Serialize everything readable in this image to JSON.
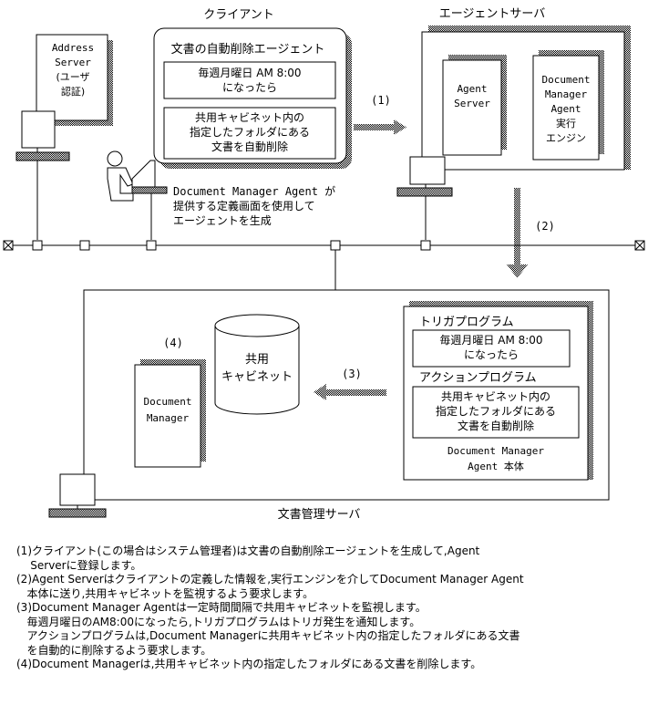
{
  "client": {
    "title": "クライアント",
    "agent_box": {
      "title": "文書の自動削除エージェント",
      "condition": [
        "毎週月曜日 AM 8:00",
        "になったら"
      ],
      "action": [
        "共用キャビネット内の",
        "指定したフォルダにある",
        "文書を自動削除"
      ]
    },
    "caption": [
      "Document Manager Agent が",
      "提供する定義画面を使用して",
      "エージェントを生成"
    ]
  },
  "address_server": {
    "label": [
      "Address",
      "Server",
      "(ユーザ",
      "認証)"
    ]
  },
  "agent_server_machine": {
    "title": "エージェントサーバ",
    "agent_server": [
      "Agent",
      "Server"
    ],
    "engine": [
      "Document",
      "Manager",
      "Agent",
      "実行",
      "エンジン"
    ]
  },
  "doc_server": {
    "title": "文書管理サーバ",
    "cabinet": [
      "共用",
      "キャビネット"
    ],
    "doc_manager": [
      "Document",
      "Manager"
    ],
    "trigger_title": "トリガプログラム",
    "trigger": [
      "毎週月曜日 AM 8:00",
      "になったら"
    ],
    "action_title": "アクションプログラム",
    "action": [
      "共用キャビネット内の",
      "指定したフォルダにある",
      "文書を自動削除"
    ],
    "agent_body": [
      "Document Manager",
      "Agent 本体"
    ]
  },
  "steps": {
    "s1": "(1)",
    "s2": "(2)",
    "s3": "(3)",
    "s4": "(4)"
  },
  "notes": [
    "(1)クライアント(この場合はシステム管理者)は文書の自動削除エージェントを生成して,Agent\n    Serverに登録します。",
    "(2)Agent Serverはクライアントの定義した情報を,実行エンジンを介してDocument Manager Agent\n   本体に送り,共用キャビネットを監視するよう要求します。",
    "(3)Document Manager Agentは一定時間間隔で共用キャビネットを監視します。\n   毎週月曜日のAM8:00になったら,トリガプログラムはトリガ発生を通知します。\n   アクションプログラムは,Document Managerに共用キャビネット内の指定したフォルダにある文書\n   を自動的に削除するよう要求します。",
    "(4)Document Managerは,共用キャビネット内の指定したフォルダにある文書を削除します。"
  ]
}
